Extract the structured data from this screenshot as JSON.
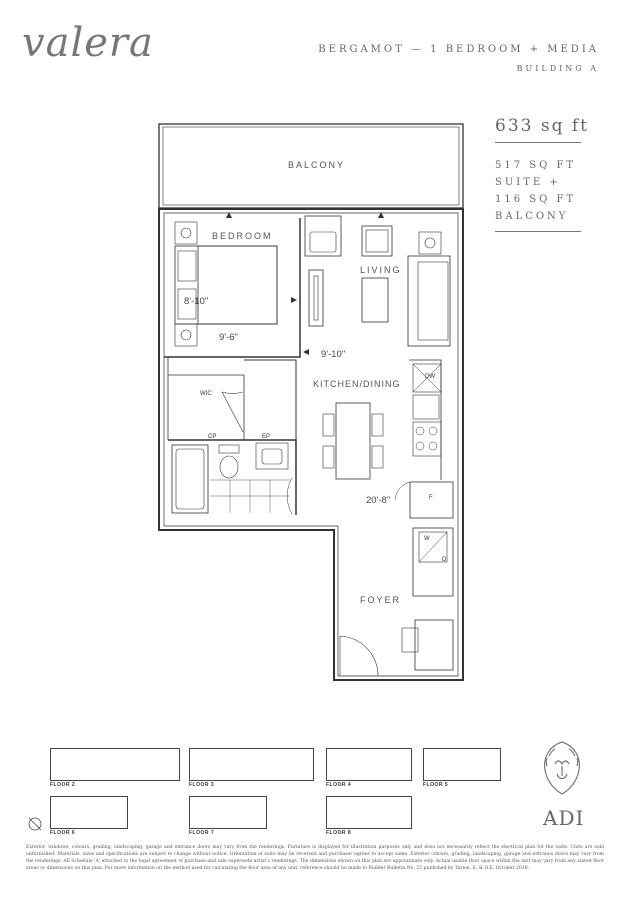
{
  "brand": {
    "logo_text": "valera",
    "developer": "ADI"
  },
  "header": {
    "title": "BERGAMOT — 1 BEDROOM + MEDIA",
    "building": "BUILDING A"
  },
  "areas": {
    "total": "633 sq ft",
    "suite_line1": "517 sq ft",
    "suite_line2": "suite +",
    "balcony_line1": "116 sq ft",
    "balcony_line2": "balcony"
  },
  "rooms": {
    "balcony": "BALCONY",
    "bedroom": "BEDROOM",
    "living": "LIVING",
    "kitchen": "KITCHEN/DINING",
    "foyer": "FOYER",
    "wic": "WIC",
    "cp": "CP",
    "ep": "EP",
    "dw": "DW",
    "f": "F",
    "w": "W",
    "d": "D"
  },
  "dimensions": {
    "bed_width": "8'-10\"",
    "bed_depth": "9'-6\"",
    "living_width": "9'-10\"",
    "kitchen_length": "20'-8\""
  },
  "key_plans": [
    {
      "label": "FLOOR 2"
    },
    {
      "label": "FLOOR 3"
    },
    {
      "label": "FLOOR 4"
    },
    {
      "label": "FLOOR 5"
    },
    {
      "label": "FLOOR 6"
    },
    {
      "label": "FLOOR 7"
    },
    {
      "label": "FLOOR 8"
    }
  ],
  "disclaimer": "Exterior, windows, colours, grading, landscaping, garage and entrance doors may vary from the renderings. Furniture is displayed for illustration purposes only and does not necessarily reflect the electrical plan for the suite. Units are sold unfurnished. Materials, sizes and specifications are subject to change without notice. Orientation of suite may be reversed and purchaser agrees to accept same. Exterior colours, grading, landscaping, garage and entrance doors may vary from the renderings. All Schedule 'A' attached to the legal agreement of purchase and sale supersede artist's renderings. The dimensions shown on this plan are approximate only. Actual usable floor space within the unit may vary from any stated floor areas or dimensions on this plan. For more information on the method used for calculating the floor area of any unit, reference should be made to Builder Bulletin No. 22 published by Tarion. E. & O.E. October 2018."
}
